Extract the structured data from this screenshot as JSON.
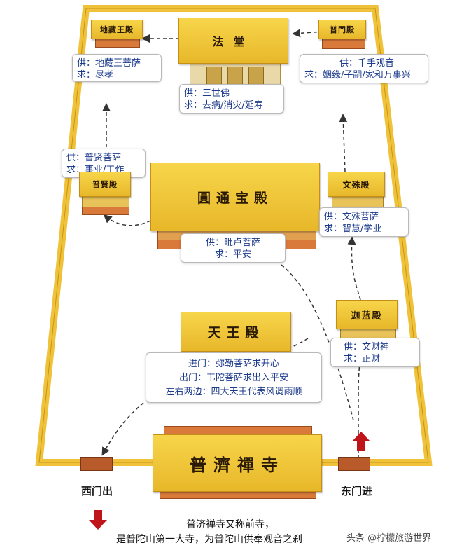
{
  "halls": {
    "dizang": "地藏王殿",
    "fatang": "法堂",
    "pumen": "普門殿",
    "yuantong": "圓通宝殿",
    "puxian": "普賢殿",
    "wenshu": "文殊殿",
    "qielan": "迦蓝殿",
    "tianwang": "天王殿",
    "puji": "普濟禪寺"
  },
  "labels": {
    "dizang": [
      "供：地藏王菩萨",
      "求：尽孝"
    ],
    "fatang": [
      "供：三世佛",
      "求：去病/消灾/延寿"
    ],
    "pumen": [
      "供：千手观音",
      "求：姻缘/子嗣/家和万事兴"
    ],
    "puxian": [
      "供：普贤菩萨",
      "求：事业/工作"
    ],
    "wenshu": [
      "供：文殊菩萨",
      "求：智慧/学业"
    ],
    "yuantong": [
      "供：毗卢菩萨",
      "求：平安"
    ],
    "qielan": [
      "供：文财神",
      "求：正财"
    ],
    "tianwang": [
      "进门：弥勒菩萨求开心",
      "出门：韦陀菩萨求出入平安",
      "左右两边：四大天王代表风调雨顺"
    ]
  },
  "gates": {
    "west": "西门出",
    "east": "东门进"
  },
  "caption": {
    "line1": "普济禅寺又称前寺，",
    "line2": "是普陀山第一大寺，为普陀山供奉观音之刹"
  },
  "watermark": "头条 @柠檬旅游世界",
  "colors": {
    "wall_yellow": "#efc23a",
    "roof": "#f2c93c",
    "brick": "#b85a2a",
    "label_text": "#1d3b8c",
    "arrow": "#333333",
    "arrow_red": "#c0141b"
  }
}
